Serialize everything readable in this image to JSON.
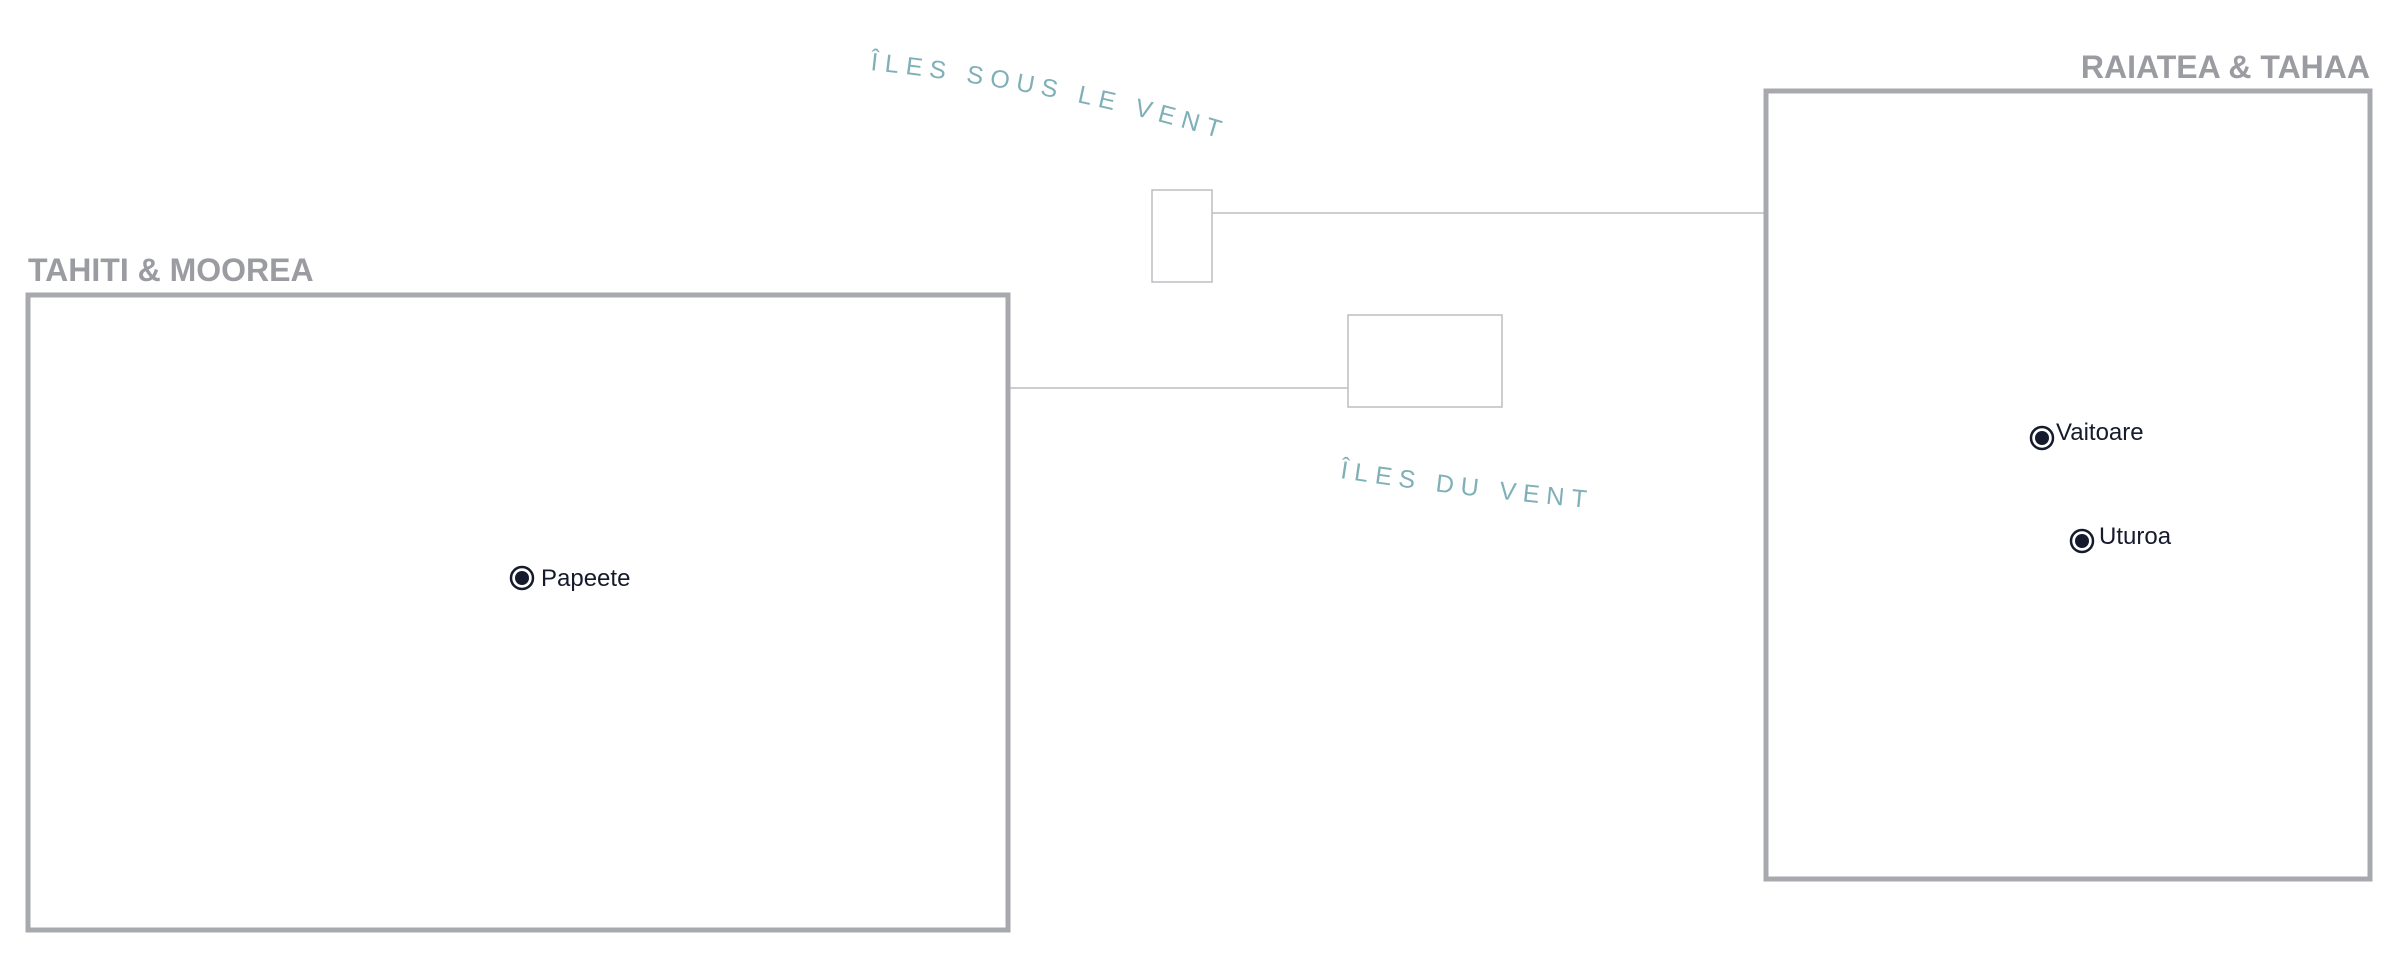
{
  "colors": {
    "frame": "#a7a9ae",
    "title": "#9a9ca1",
    "connector": "#bcbec2",
    "archipelago_label": "#7fb0b7",
    "city_marker": "#151a2c",
    "city_label": "#151a2c"
  },
  "insets": {
    "tahiti_moorea": {
      "title": "TAHITI & MOOREA"
    },
    "raiatea_tahaa": {
      "title": "RAIATEA & TAHAA"
    }
  },
  "archipelagos": {
    "leeward": "ÎLES SOUS LE VENT",
    "windward": "ÎLES DU VENT"
  },
  "cities": {
    "papeete": {
      "name": "Papeete",
      "icon": "city-marker-icon"
    },
    "vaitoare": {
      "name": "Vaitoare",
      "icon": "city-marker-icon"
    },
    "uturoa": {
      "name": "Uturoa",
      "icon": "city-marker-icon"
    }
  }
}
